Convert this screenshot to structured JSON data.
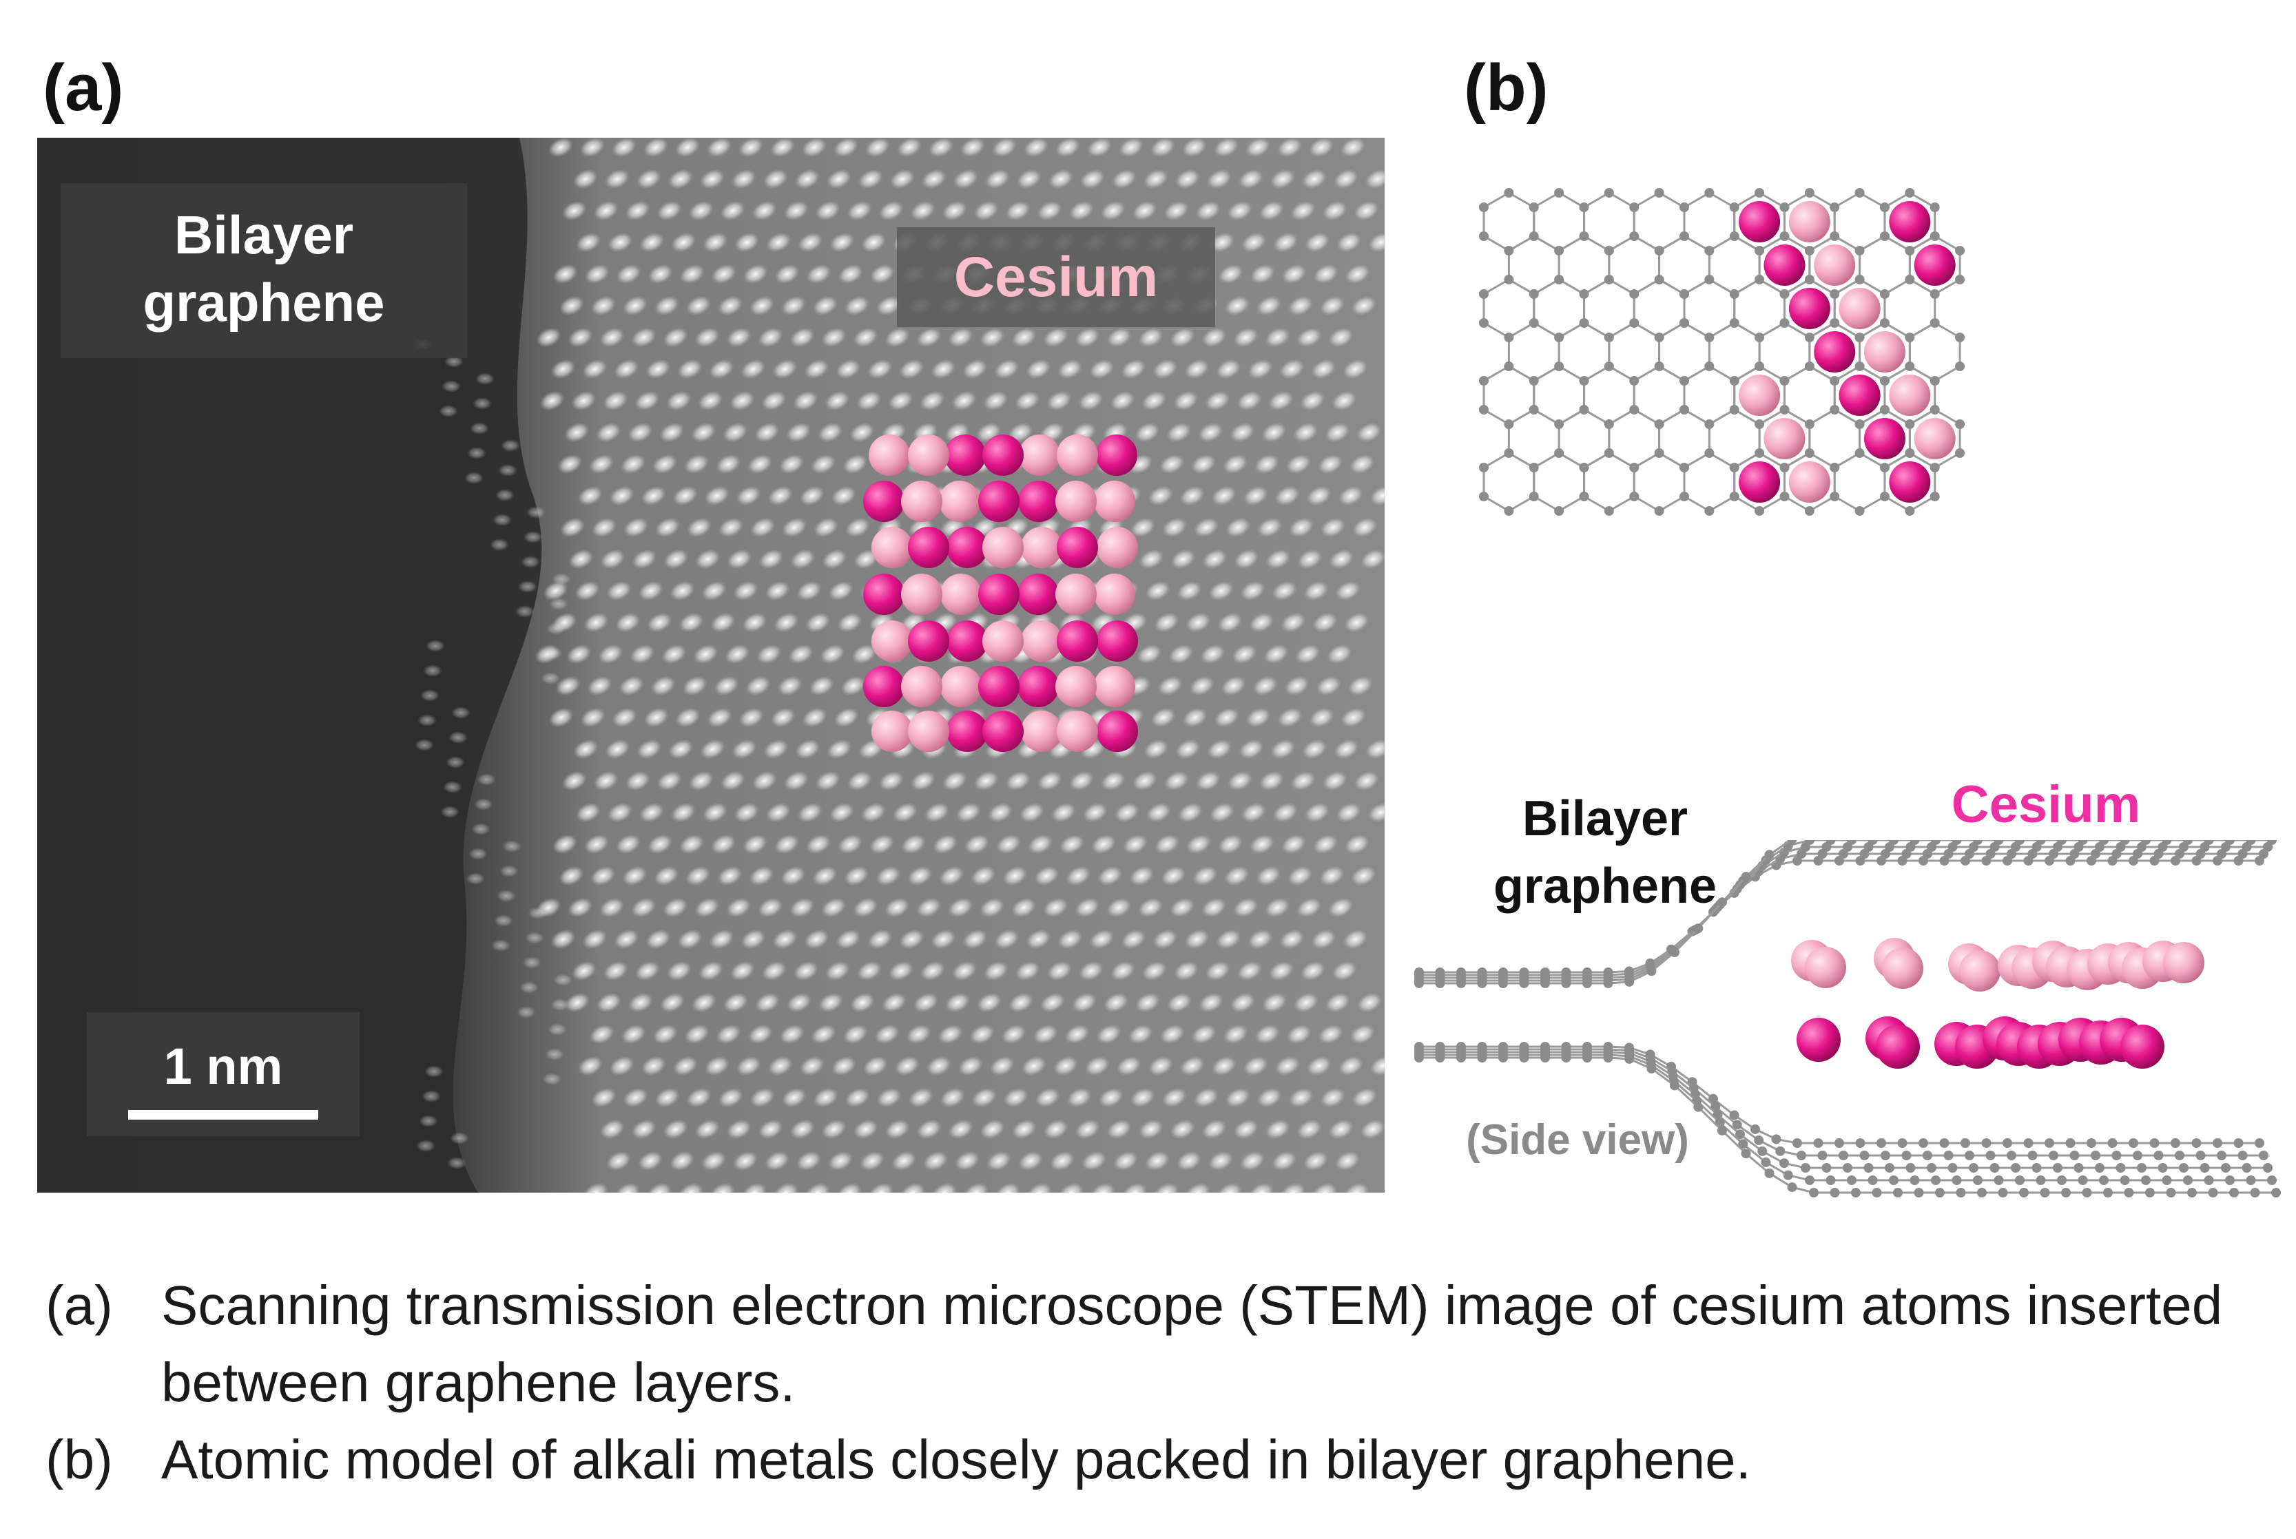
{
  "panels": {
    "a": {
      "label": "(a)",
      "bilayer_label": [
        "Bilayer",
        "graphene"
      ],
      "cesium_label": "Cesium",
      "scale_label": "1 nm"
    },
    "b": {
      "label": "(b)",
      "bilayer_label": [
        "Bilayer",
        "graphene"
      ],
      "cesium_label": "Cesium",
      "side_view_label": "(Side view)"
    }
  },
  "caption": [
    {
      "tag": "(a)",
      "text": "Scanning transmission electron microscope (STEM) image of cesium atoms inserted between graphene layers."
    },
    {
      "tag": "(b)",
      "text": "Atomic model of alkali metals closely packed in bilayer graphene."
    }
  ],
  "colors": {
    "cesium_light": "#f4a9c3",
    "cesium_dark": "#e5148b",
    "carbon": "#8c8c8c",
    "cesium_side_label": "#ee2fa4",
    "cesium_stem_label": "#f8bccb"
  }
}
